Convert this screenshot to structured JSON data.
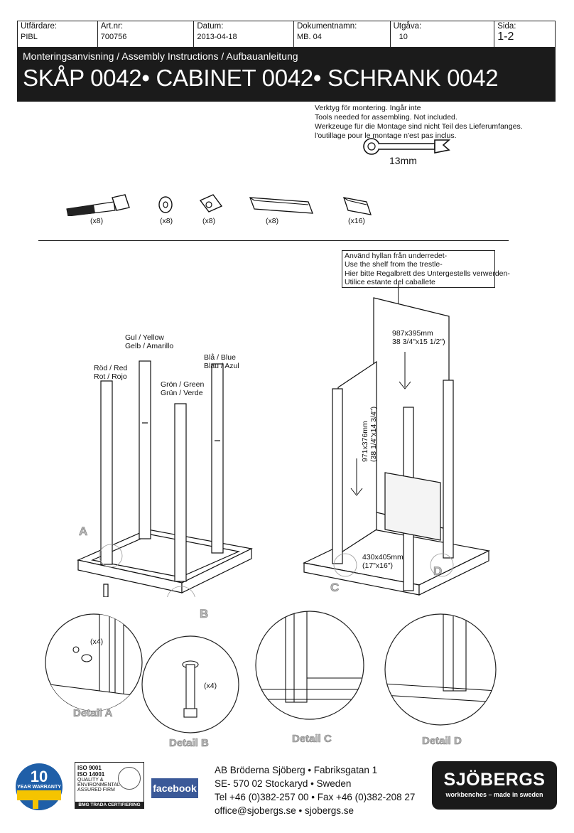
{
  "header": {
    "cols": [
      {
        "label": "Utfärdare:",
        "value": "PIBL"
      },
      {
        "label": "Art.nr:",
        "value": "700756"
      },
      {
        "label": "Datum:",
        "value": "2013-04-18"
      },
      {
        "label": "Dokumentnamn:",
        "value": "MB. 04"
      },
      {
        "label": "Utgåva:",
        "value": "10"
      },
      {
        "label": "Sida:",
        "value": "1-2"
      }
    ]
  },
  "banner": {
    "subtitle": "Monteringsanvisning / Assembly Instructions / Aufbauanleitung",
    "title": "SKÅP 0042• CABINET 0042• SCHRANK 0042"
  },
  "tools": {
    "lines": [
      "Verktyg för montering. Ingår inte",
      "Tools needed for assembling. Not included.",
      "Werkzeuge für die Montage sind nicht Teil des Lieferumfanges.",
      "l'outillage pour le montage n'est pas inclus."
    ],
    "wrench_size": "13mm"
  },
  "parts": [
    {
      "name": "bolt",
      "qty": "(x8)"
    },
    {
      "name": "washer",
      "qty": "(x8)"
    },
    {
      "name": "barrel-nut",
      "qty": "(x8)"
    },
    {
      "name": "long-bracket",
      "qty": "(x8)"
    },
    {
      "name": "short-bracket",
      "qty": "(x16)"
    }
  ],
  "shelf_note": [
    "Använd hyllan från underredet-",
    "Use the shelf from the trestle-",
    "Hier bitte Regalbrett des Untergestells verwerden-",
    "Utilice estante del caballete"
  ],
  "legs": {
    "red": [
      "Röd / Red",
      "Rot / Rojo"
    ],
    "yellow": [
      "Gul / Yellow",
      "Gelb / Amarillo"
    ],
    "green": [
      "Grön / Green",
      "Grün / Verde"
    ],
    "blue": [
      "Blå / Blue",
      "Blau / Azul"
    ]
  },
  "dims": {
    "back_panel": [
      "987x395mm",
      "38 3/4\"x15 1/2\")"
    ],
    "side_panel": [
      "971x376mm",
      "(38 1/4\"x14 3/4\")"
    ],
    "bottom": [
      "430x405mm",
      "(17\"x16\")"
    ]
  },
  "markers": {
    "a": "A",
    "b": "B",
    "c": "C",
    "d": "D",
    "x4a": "(x4)",
    "x4b": "(x4)"
  },
  "details": {
    "a": "Detail A",
    "b": "Detail B",
    "c": "Detail C",
    "d": "Detail D"
  },
  "logos": {
    "warranty_num": "10",
    "warranty_text": "YEAR WARRANTY",
    "iso1": "ISO 9001",
    "iso2": "ISO 14001",
    "iso_small": [
      "QUALITY &",
      "ENVIRONMENTAL",
      "ASSURED FIRM"
    ],
    "bmg": "BMG TRADA CERTIFIERING",
    "facebook": "facebook",
    "brand": "SJÖBERGS",
    "brand_tag": "workbenches – made in sweden"
  },
  "company": [
    "AB Bröderna Sjöberg • Fabriksgatan 1",
    "SE- 570 02 Stockaryd • Sweden",
    "Tel +46 (0)382-257 00 • Fax +46 (0)382-208 27",
    "office@sjobergs.se • sjobergs.se"
  ]
}
